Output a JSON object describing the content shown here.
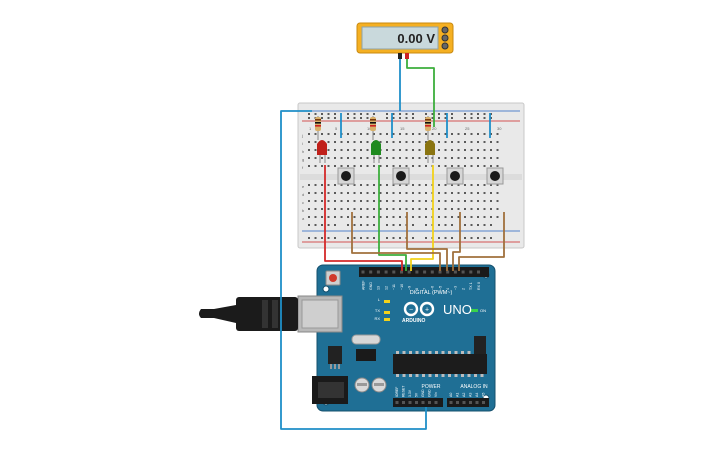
{
  "multimeter": {
    "reading": "0.00 V"
  },
  "arduino": {
    "brand": "ARDUINO",
    "model": "UNO",
    "on_label": "ON",
    "tx_label": "TX",
    "rx_label": "RX",
    "l_label": "L",
    "digital_label": "DIGITAL (PWM~)",
    "power_label": "POWER",
    "analog_label": "ANALOG IN",
    "aref_label": "AREF",
    "gnd_label": "GND",
    "digital_pins": [
      "13",
      "12",
      "~11",
      "~10",
      "~9",
      "8",
      "7",
      "~6",
      "~5",
      "4",
      "~3",
      "2",
      "TX 1",
      "RX 0"
    ],
    "power_pins": [
      "IOREF",
      "RESET",
      "3.3V",
      "5V",
      "GND",
      "GND",
      "Vin"
    ],
    "analog_pins": [
      "A0",
      "A1",
      "A2",
      "A3",
      "A4",
      "A5"
    ]
  },
  "breadboard": {
    "column_numbers": [
      "1",
      "5",
      "10",
      "15",
      "20",
      "25",
      "30"
    ],
    "row_letters_top": [
      "j",
      "i",
      "h",
      "g",
      "f"
    ],
    "row_letters_bottom": [
      "e",
      "d",
      "c",
      "b",
      "a"
    ]
  },
  "colors": {
    "wire_blue": "#1f8fc8",
    "wire_red": "#d42a2a",
    "wire_green": "#3cae3c",
    "wire_yellow": "#f2d21b",
    "wire_brown": "#a0703c",
    "board_blue": "#1f6f95",
    "led_red": "#c0201a",
    "led_green": "#1f8a1f",
    "led_yellow": "#8a7410"
  }
}
